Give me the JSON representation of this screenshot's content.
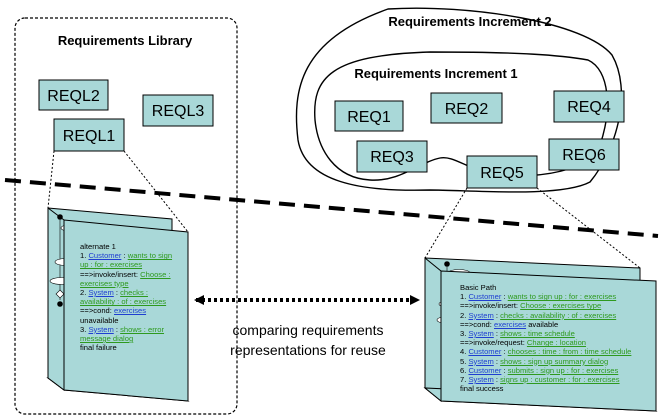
{
  "library": {
    "title": "Requirements Library",
    "items": [
      "REQL2",
      "REQL3",
      "REQL1"
    ]
  },
  "increment2": {
    "title": "Requirements Increment 2"
  },
  "increment1": {
    "title": "Requirements Increment 1",
    "items": [
      "REQ1",
      "REQ2",
      "REQ4",
      "REQ3",
      "REQ6"
    ]
  },
  "outside_item": "REQ5",
  "center_label": [
    "comparing requirements",
    "representations for reuse"
  ],
  "left_card": {
    "lines": [
      [
        {
          "t": "alternate 1",
          "c": "plain"
        }
      ],
      [
        {
          "t": "1. ",
          "c": "plain"
        },
        {
          "t": "Customer",
          "c": "actor"
        },
        {
          "t": " : ",
          "c": "plain"
        },
        {
          "t": "wants to sign",
          "c": "act"
        }
      ],
      [
        {
          "t": "up : for : exercises",
          "c": "act"
        }
      ],
      [
        {
          "t": "==>invoke/insert: ",
          "c": "plain"
        },
        {
          "t": "Choose :",
          "c": "act"
        }
      ],
      [
        {
          "t": "exercises type",
          "c": "act"
        }
      ],
      [
        {
          "t": "2. ",
          "c": "plain"
        },
        {
          "t": "System",
          "c": "actor"
        },
        {
          "t": " : ",
          "c": "plain"
        },
        {
          "t": "checks :",
          "c": "act"
        }
      ],
      [
        {
          "t": "availability : of : exercises",
          "c": "act"
        }
      ],
      [
        {
          "t": "==>cond: ",
          "c": "plain"
        },
        {
          "t": "exercises",
          "c": "actor"
        }
      ],
      [
        {
          "t": "unavailable",
          "c": "plain"
        }
      ],
      [
        {
          "t": "3. ",
          "c": "plain"
        },
        {
          "t": "System",
          "c": "actor"
        },
        {
          "t": " : ",
          "c": "plain"
        },
        {
          "t": "shows : error",
          "c": "act"
        }
      ],
      [
        {
          "t": "message dialog",
          "c": "act"
        }
      ],
      [
        {
          "t": "final failure",
          "c": "plain"
        }
      ]
    ]
  },
  "right_card": {
    "lines": [
      [
        {
          "t": "Basic Path",
          "c": "plain"
        }
      ],
      [
        {
          "t": "1. ",
          "c": "plain"
        },
        {
          "t": "Customer",
          "c": "actor"
        },
        {
          "t": " : ",
          "c": "plain"
        },
        {
          "t": "wants to sign up : for : exercises",
          "c": "act"
        }
      ],
      [
        {
          "t": "==>invoke/insert: ",
          "c": "plain"
        },
        {
          "t": "Choose : exercises type",
          "c": "act"
        }
      ],
      [
        {
          "t": "2. ",
          "c": "plain"
        },
        {
          "t": "System",
          "c": "actor"
        },
        {
          "t": " : ",
          "c": "plain"
        },
        {
          "t": "checks : availability : of : exercises",
          "c": "act"
        }
      ],
      [
        {
          "t": "==>cond: ",
          "c": "plain"
        },
        {
          "t": "exercises",
          "c": "actor"
        },
        {
          "t": " available",
          "c": "plain"
        }
      ],
      [
        {
          "t": "3. ",
          "c": "plain"
        },
        {
          "t": "System",
          "c": "actor"
        },
        {
          "t": " : ",
          "c": "plain"
        },
        {
          "t": "shows : time schedule",
          "c": "act"
        }
      ],
      [
        {
          "t": "==>invoke/request: ",
          "c": "plain"
        },
        {
          "t": "Change : location",
          "c": "act"
        }
      ],
      [
        {
          "t": "4. ",
          "c": "plain"
        },
        {
          "t": "Customer",
          "c": "actor"
        },
        {
          "t": " : ",
          "c": "plain"
        },
        {
          "t": "chooses : time : from : time schedule",
          "c": "act"
        }
      ],
      [
        {
          "t": "5. ",
          "c": "plain"
        },
        {
          "t": "System",
          "c": "actor"
        },
        {
          "t": " : ",
          "c": "plain"
        },
        {
          "t": "shows : sign up summary dialog",
          "c": "act"
        }
      ],
      [
        {
          "t": "6. ",
          "c": "plain"
        },
        {
          "t": "Customer",
          "c": "actor"
        },
        {
          "t": " : ",
          "c": "plain"
        },
        {
          "t": "submits : sign up : for : exercises",
          "c": "act"
        }
      ],
      [
        {
          "t": "7. ",
          "c": "plain"
        },
        {
          "t": "System",
          "c": "actor"
        },
        {
          "t": " : ",
          "c": "plain"
        },
        {
          "t": "signs up : customer : for : exercises",
          "c": "act"
        }
      ],
      [
        {
          "t": "final success",
          "c": "plain"
        }
      ]
    ]
  },
  "colors": {
    "box_fill": "#a9d8d8",
    "actor_link": "#1f3fd1",
    "action_link": "#2e9a1e"
  }
}
